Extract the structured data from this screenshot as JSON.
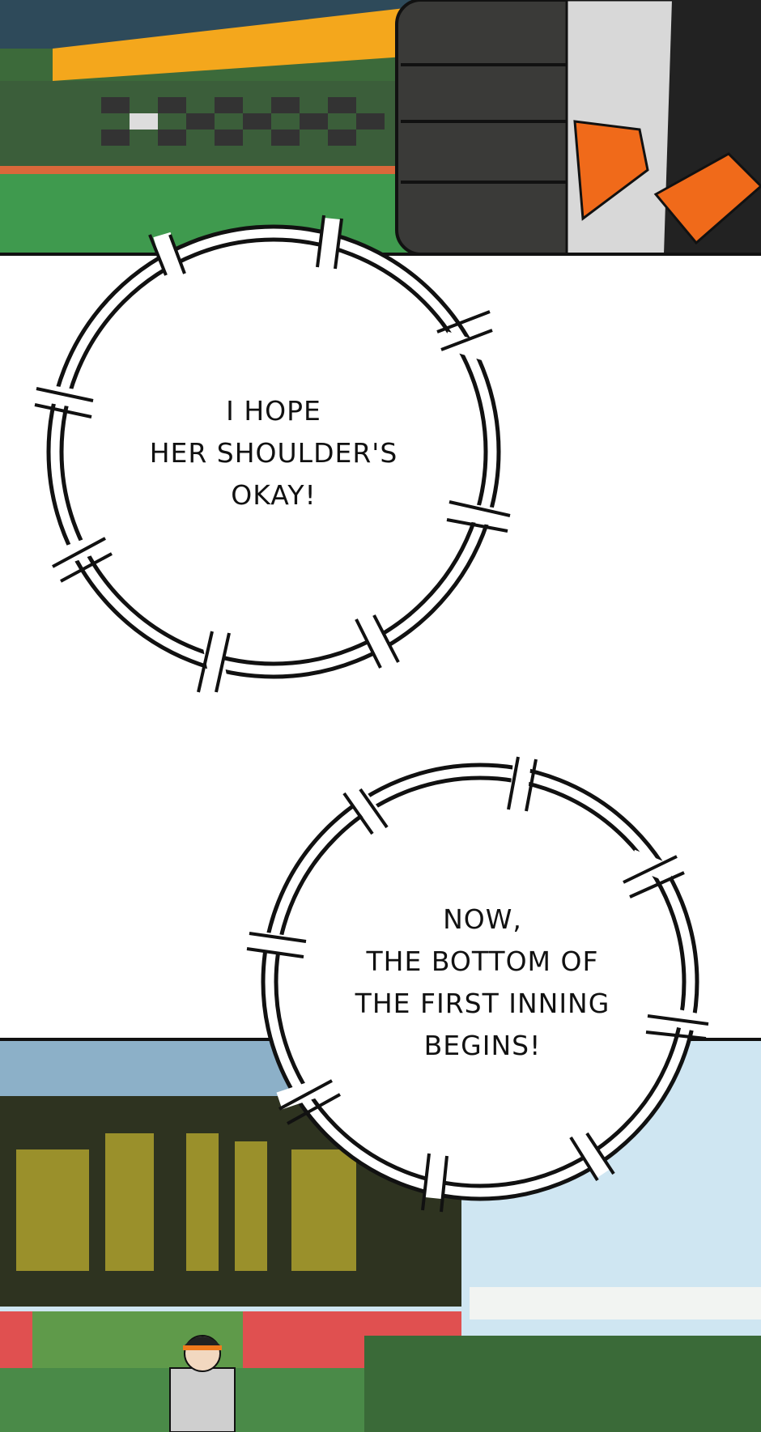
{
  "bubbles": [
    {
      "lines": [
        "I HOPE",
        "HER SHOULDER'S",
        "OKAY!"
      ]
    },
    {
      "lines": [
        "NOW,",
        "THE BOTTOM OF",
        "THE FIRST INNING",
        "BEGINS!"
      ]
    }
  ],
  "colors": {
    "grass": "#3f9a4e",
    "orange": "#f07a1c",
    "sky": "#bfe0f0",
    "scoreboard": "#2e3320",
    "outline": "#111111"
  }
}
